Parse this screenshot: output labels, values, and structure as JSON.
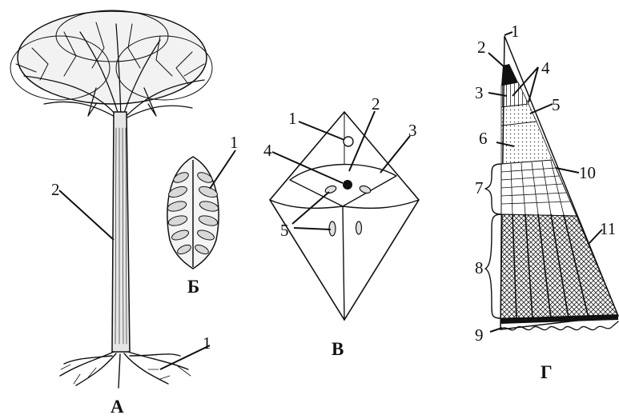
{
  "panels": {
    "A": {
      "caption": "А",
      "labels": [
        "1",
        "2"
      ],
      "illustration_icon": "tree-fern-icon"
    },
    "B": {
      "caption": "Б",
      "labels": [
        "1"
      ],
      "illustration_icon": "sorus-leaf-icon"
    },
    "V": {
      "caption": "В",
      "labels": [
        "1",
        "2",
        "3",
        "4",
        "5"
      ],
      "illustration_icon": "apical-cell-icon"
    },
    "G": {
      "caption": "Г",
      "labels": [
        "1",
        "2",
        "3",
        "4",
        "5",
        "6",
        "7",
        "8",
        "9",
        "10",
        "11"
      ],
      "illustration_icon": "root-tip-section-icon"
    }
  }
}
